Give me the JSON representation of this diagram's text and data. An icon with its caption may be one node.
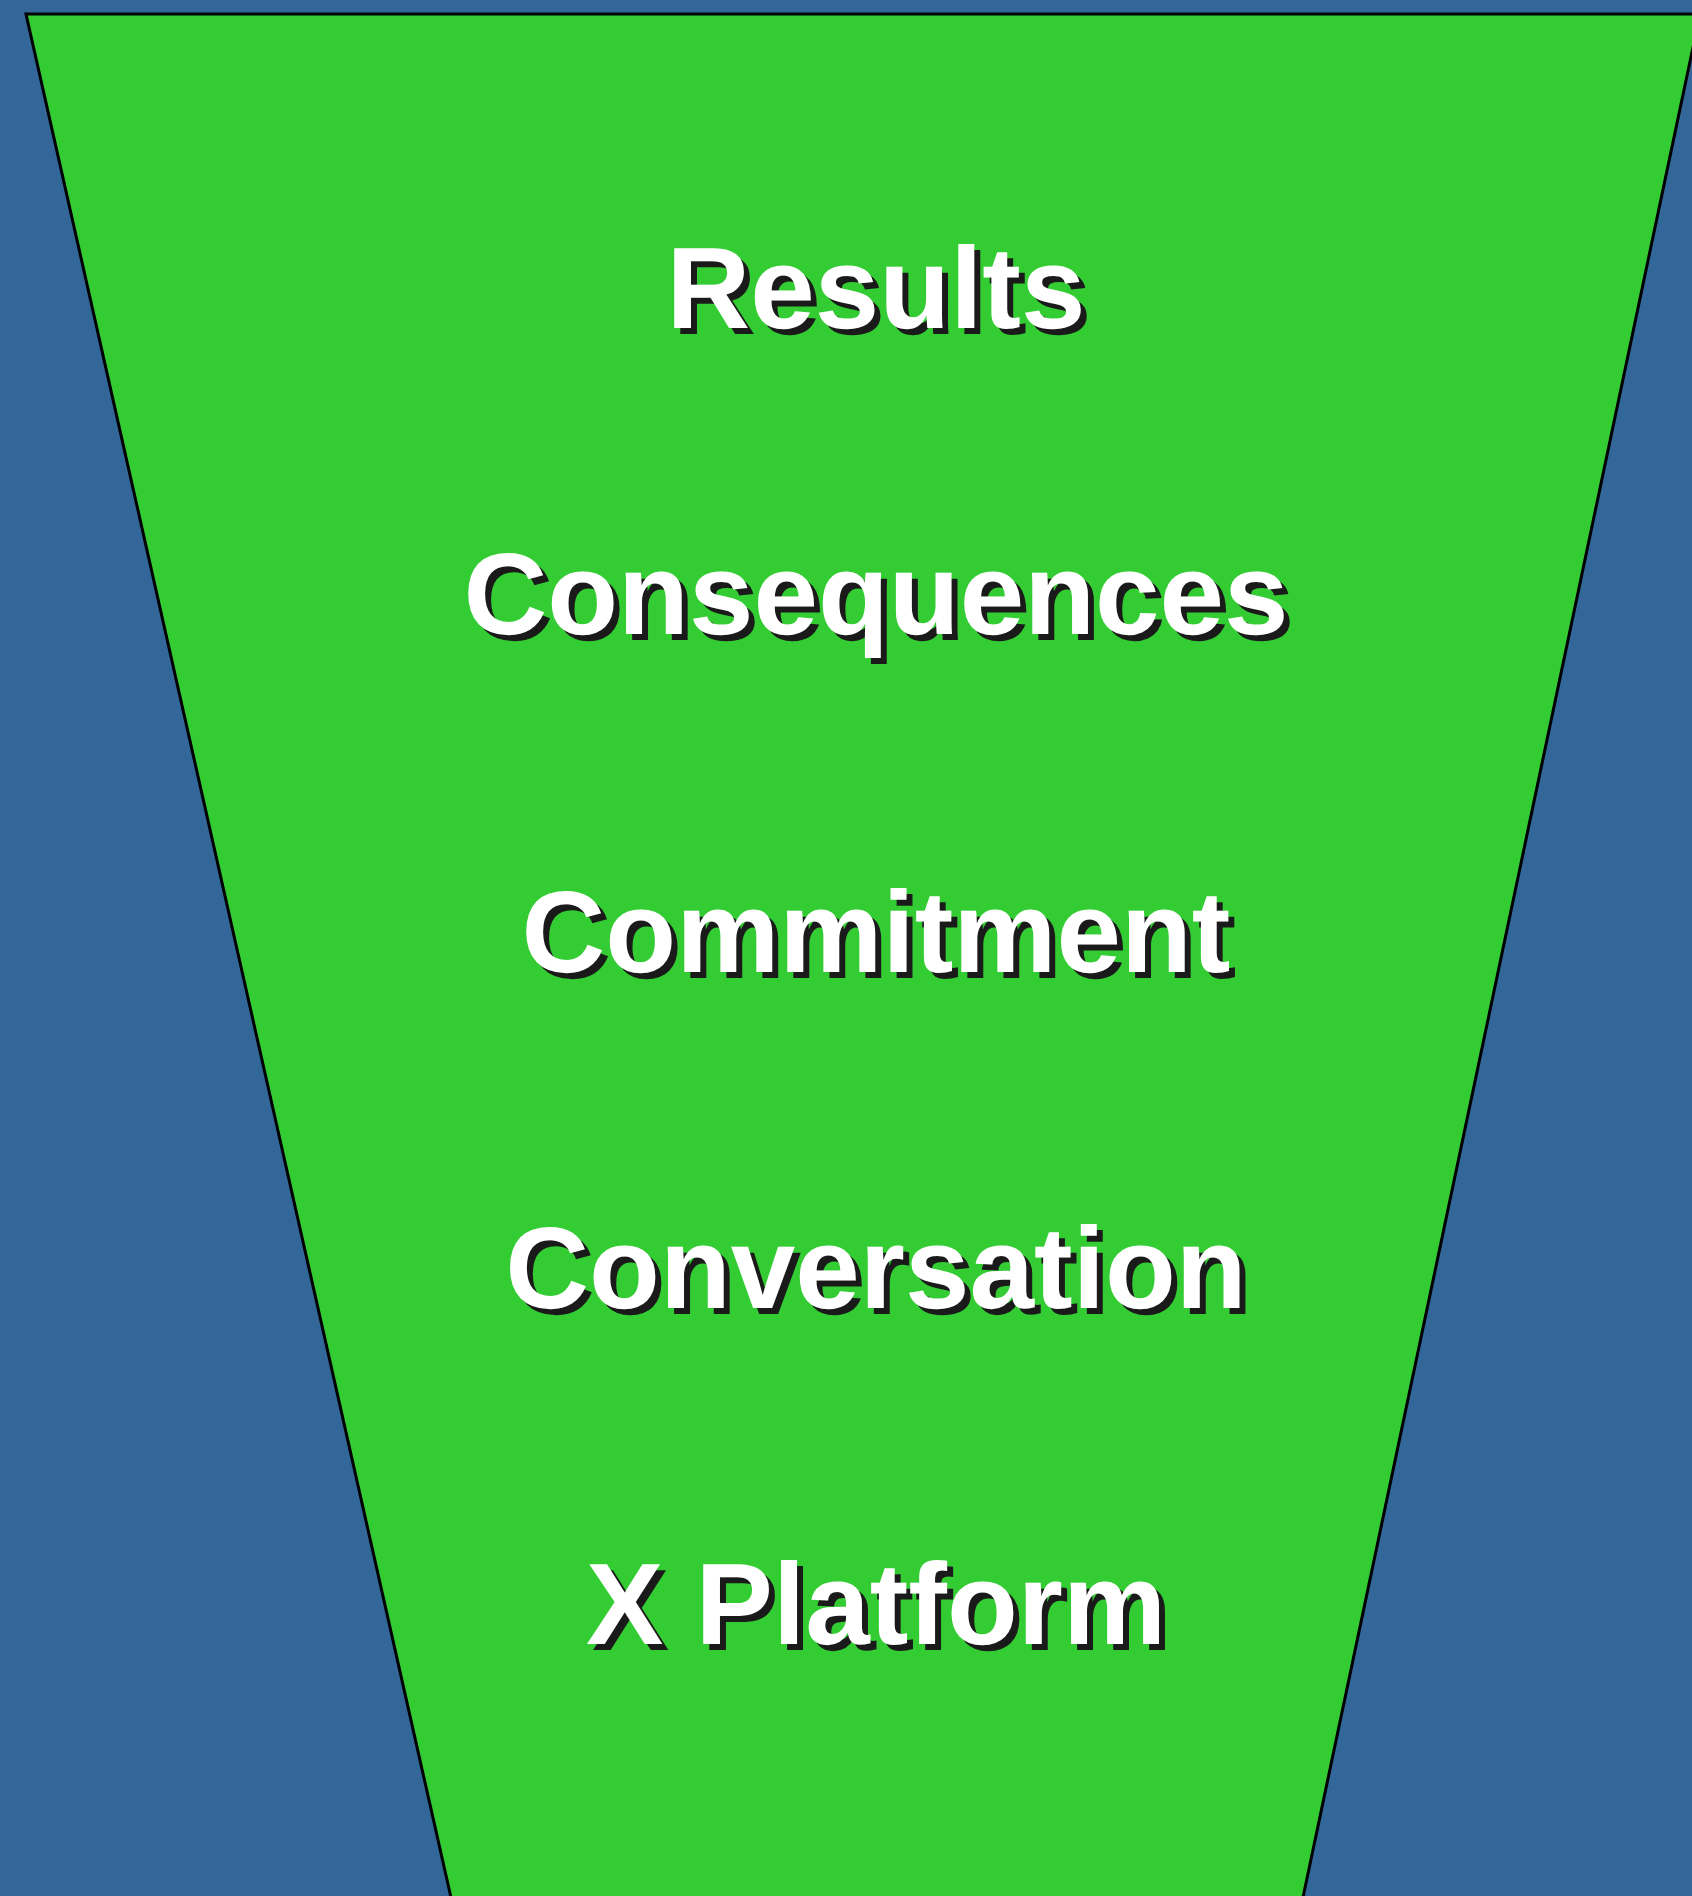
{
  "diagram": {
    "nodes": [
      {
        "text": [
          "Results",
          "Consequences",
          "Commitment",
          "Conversation",
          "X Platform"
        ]
      }
    ]
  }
}
